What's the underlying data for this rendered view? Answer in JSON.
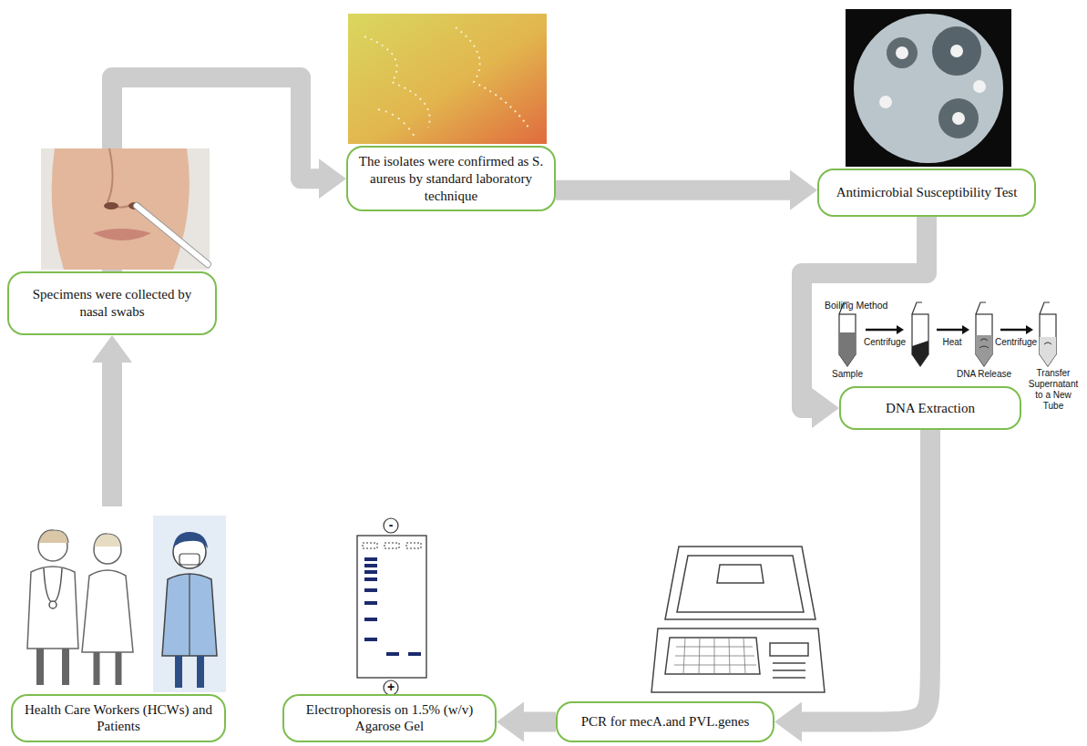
{
  "diagram": {
    "nodes": [
      {
        "text": [
          "Health Care Workers (HCWs) and Patients"
        ]
      },
      {
        "text": [
          "Specimens were collected by nasal swabs"
        ]
      },
      {
        "text": [
          "The isolates were confirmed as S. aureus by standard laboratory technique"
        ]
      },
      {
        "text": [
          "Antimicrobial Susceptibility Test"
        ]
      },
      {
        "text": [
          "DNA Extraction"
        ]
      },
      {
        "text": [
          "PCR for mecA.and PVL.genes"
        ]
      },
      {
        "text": [
          "Electrophoresis on 1.5% (w/v) Agarose Gel"
        ]
      }
    ],
    "edges": [
      {
        "from": 0,
        "to": 1,
        "arrow": "to"
      },
      {
        "from": 1,
        "to": 2,
        "arrow": "to"
      },
      {
        "from": 2,
        "to": 3,
        "arrow": "to"
      },
      {
        "from": 3,
        "to": 4,
        "arrow": "to"
      },
      {
        "from": 4,
        "to": 5,
        "arrow": "to"
      },
      {
        "from": 5,
        "to": 6,
        "arrow": "to"
      }
    ],
    "labels": [
      "Boiling Method",
      "Centrifuge",
      "Heat",
      "Centrifuge",
      "Sample",
      "DNA Release",
      "Transfer Supernatant to a New Tube",
      "-",
      "+"
    ]
  }
}
